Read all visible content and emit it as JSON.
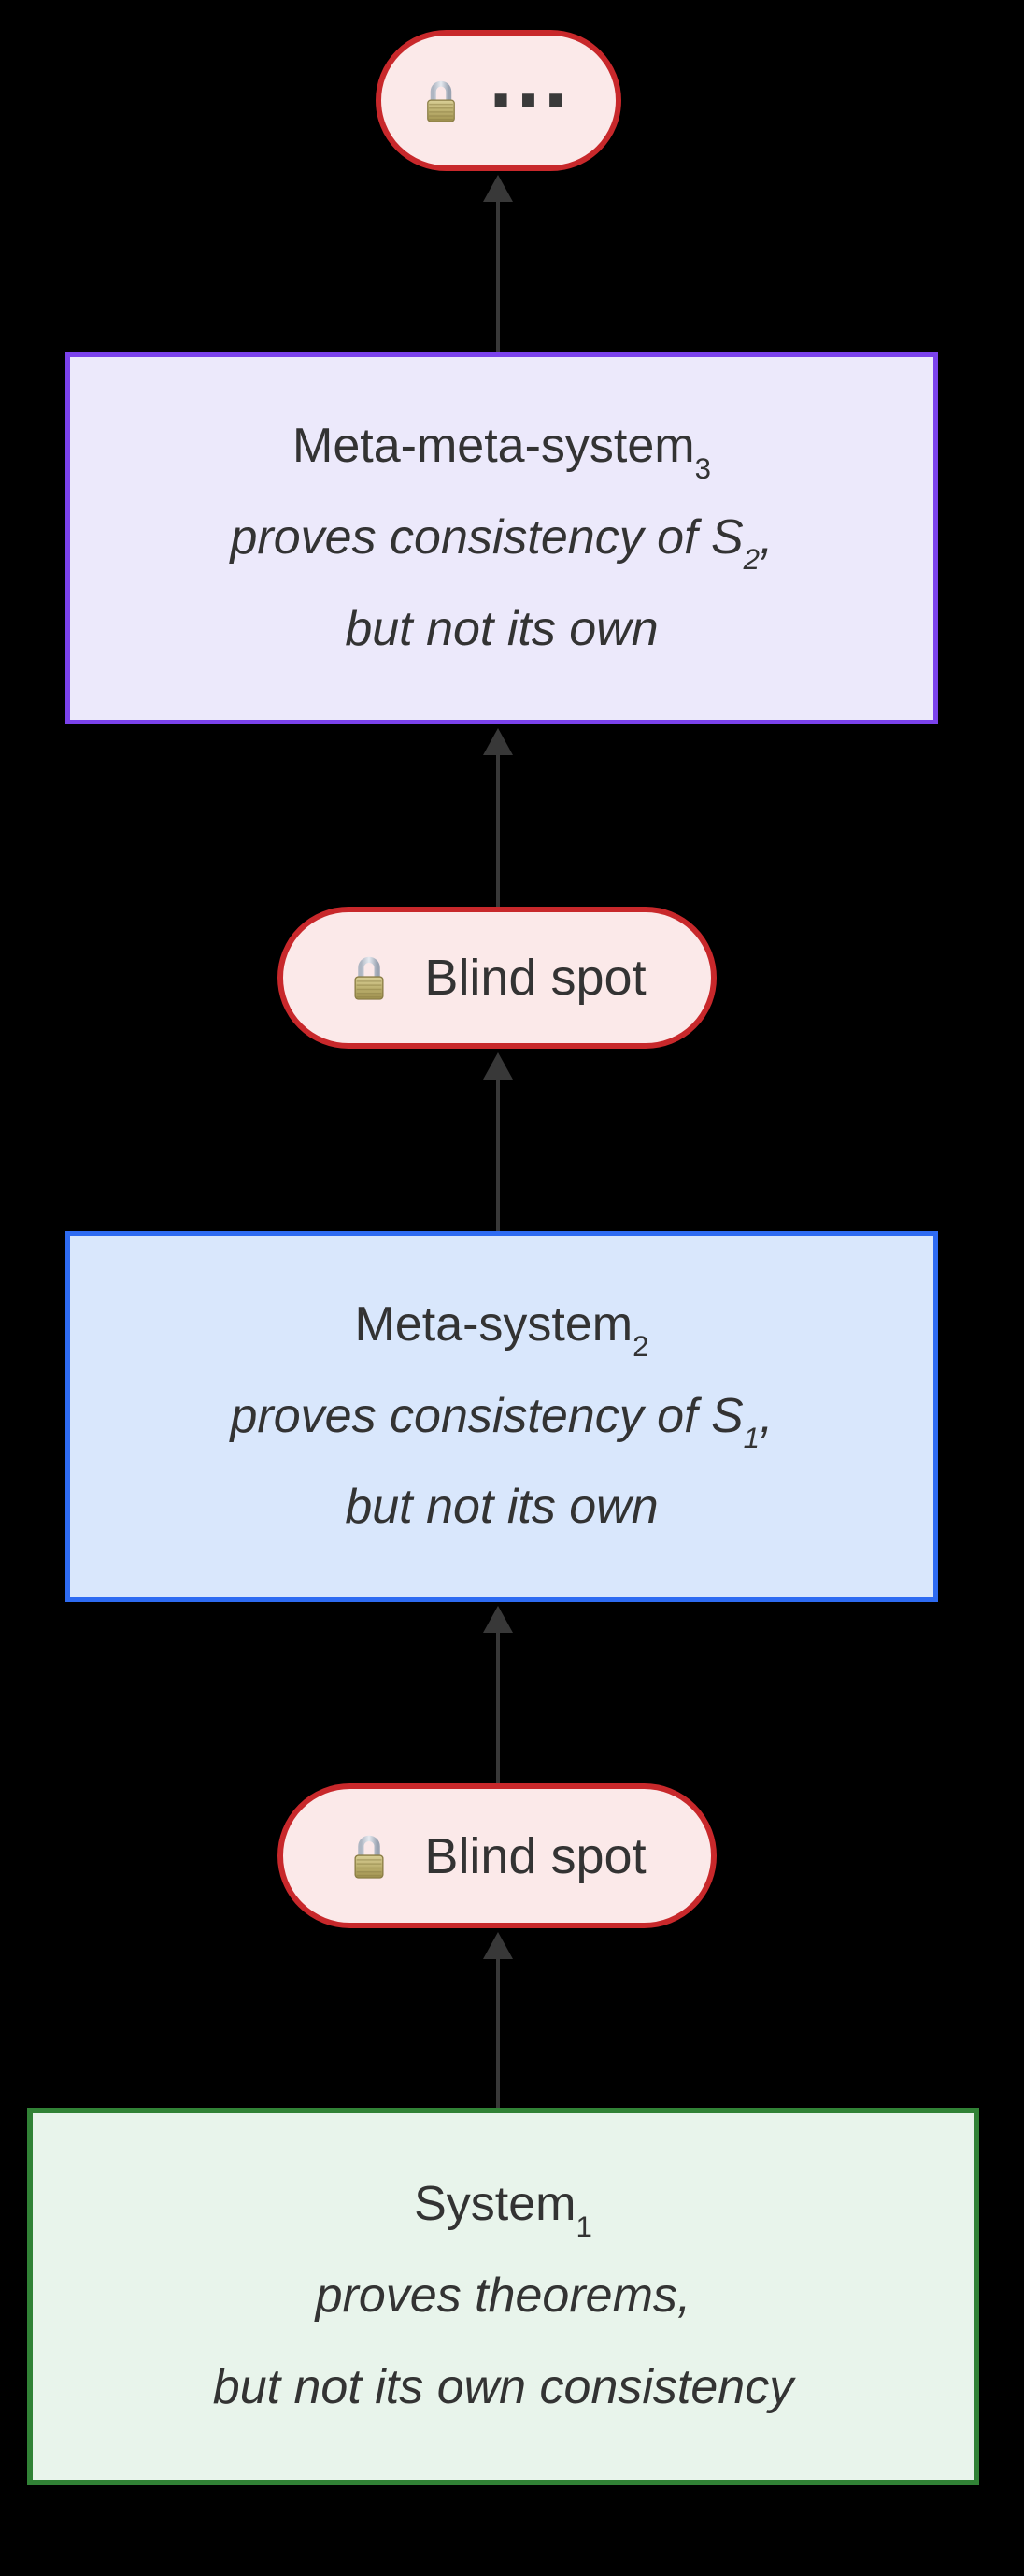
{
  "diagram": {
    "background_color": "#000000",
    "arrow_color": "#383838",
    "text_color": "#333333",
    "nodes": {
      "ellipsis_pill": {
        "label": "…",
        "icon": "lock-icon",
        "fill": "#FBE9E9",
        "border": "#C8282B"
      },
      "meta_meta_system": {
        "title_text": "Meta-meta-system",
        "title_sub": "3",
        "line2_pre": "proves consistency of S",
        "line2_sub": "2",
        "line2_post": ",",
        "line3": "but not its own",
        "fill": "#ECE9FB",
        "border": "#7B42EC"
      },
      "blind_spot_upper": {
        "label": "Blind spot",
        "icon": "lock-icon",
        "fill": "#FBE9E9",
        "border": "#C8282B"
      },
      "meta_system": {
        "title_text": "Meta-system",
        "title_sub": "2",
        "line2_pre": "proves consistency of S",
        "line2_sub": "1",
        "line2_post": ",",
        "line3": "but not its own",
        "fill": "#D9E7FC",
        "border": "#2E6BF2"
      },
      "blind_spot_lower": {
        "label": "Blind spot",
        "icon": "lock-icon",
        "fill": "#FBE9E9",
        "border": "#C8282B"
      },
      "system": {
        "title_text": "System",
        "title_sub": "1",
        "line2": "proves theorems,",
        "line3": "but not its own consistency",
        "fill": "#E8F4EB",
        "border": "#318236"
      }
    }
  }
}
